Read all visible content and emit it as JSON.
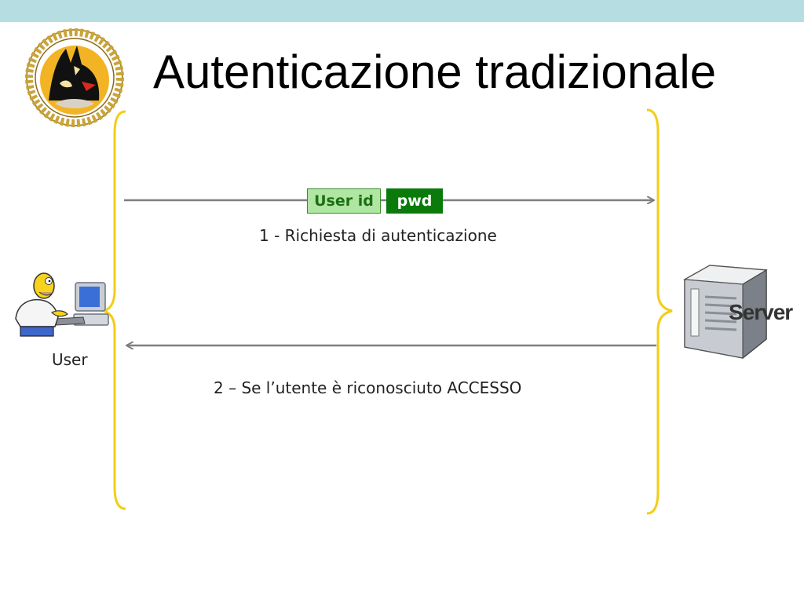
{
  "slide": {
    "title": "Autenticazione tradizionale"
  },
  "diagram": {
    "credentials": {
      "user_id": "User id",
      "pwd": "pwd"
    },
    "step1_label": "1 - Richiesta di autenticazione",
    "step2_label": "2 – Se l’utente è riconosciuto ACCESSO",
    "user_label": "User",
    "server_label": "Server"
  },
  "colors": {
    "top_bar": "#b5dde2",
    "bracket": "#f2cd17",
    "arrow": "#7f7f7f",
    "user_id_fill": "#aee6a2",
    "pwd_fill": "#0a7a0a"
  },
  "icons": {
    "logo": "doberman-emblem-icon",
    "user": "user-at-computer-icon",
    "server": "server-tower-icon"
  }
}
